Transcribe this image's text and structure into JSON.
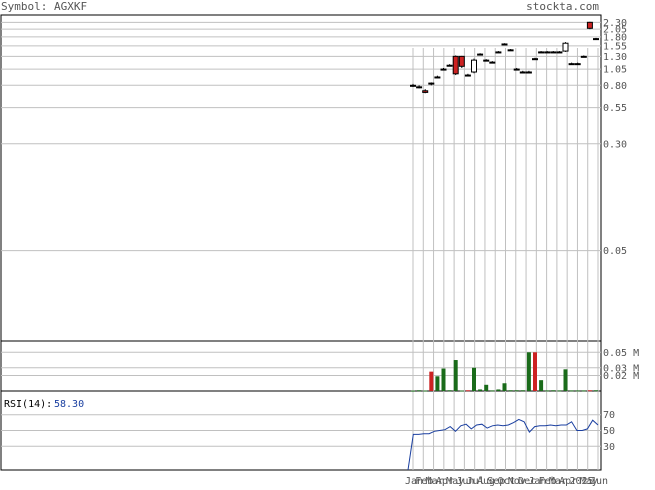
{
  "header": {
    "symbol_label": "Symbol: AGXKF",
    "site": "stockta.com"
  },
  "rsi": {
    "label": "RSI(14):",
    "value": "58.30"
  },
  "colors": {
    "up": "#ffffff",
    "down": "#cc2222",
    "volume_up": "#1a6b1a",
    "volume_down": "#cc2222",
    "rsi_line": "#1a3fa0",
    "grid": "#c0c0c0"
  },
  "chart_data": [
    {
      "type": "candlestick",
      "title": "",
      "scale": "log",
      "ylim": [
        0.011,
        2.6
      ],
      "y_ticks": [
        {
          "label": "2.30",
          "value": 2.3
        },
        {
          "label": "2.05",
          "value": 2.05
        },
        {
          "label": "1.80",
          "value": 1.8
        },
        {
          "label": "1.55",
          "value": 1.55
        },
        {
          "label": "1.30",
          "value": 1.3
        },
        {
          "label": "1.05",
          "value": 1.05
        },
        {
          "label": "0.80",
          "value": 0.8
        },
        {
          "label": "0.55",
          "value": 0.55
        },
        {
          "label": "0.30",
          "value": 0.3
        },
        {
          "label": "0.05",
          "value": 0.05
        }
      ],
      "x_ticks": [
        "Jan",
        "Feb",
        "Mar",
        "Apr",
        "May",
        "Jun",
        "Jul",
        "Aug",
        "Sep",
        "Oct",
        "Nov",
        "Dec",
        "Jan",
        "Feb",
        "Mar",
        "Apr",
        "2025",
        "May",
        "Jun"
      ],
      "candles": [
        {
          "date": "2024-01",
          "open": 0.8,
          "high": 0.82,
          "low": 0.78,
          "close": 0.8
        },
        {
          "date": "2024-01",
          "open": 0.78,
          "high": 0.8,
          "low": 0.76,
          "close": 0.77
        },
        {
          "date": "2024-02",
          "open": 0.73,
          "high": 0.75,
          "low": 0.7,
          "close": 0.71
        },
        {
          "date": "2024-02",
          "open": 0.82,
          "high": 0.84,
          "low": 0.8,
          "close": 0.83
        },
        {
          "date": "2024-03",
          "open": 0.92,
          "high": 0.94,
          "low": 0.9,
          "close": 0.92
        },
        {
          "date": "2024-03",
          "open": 1.05,
          "high": 1.07,
          "low": 1.03,
          "close": 1.05
        },
        {
          "date": "2024-04",
          "open": 1.12,
          "high": 1.14,
          "low": 1.1,
          "close": 1.12
        },
        {
          "date": "2024-04",
          "open": 1.3,
          "high": 1.32,
          "low": 0.95,
          "close": 0.97
        },
        {
          "date": "2024-05",
          "open": 1.3,
          "high": 1.31,
          "low": 1.07,
          "close": 1.1
        },
        {
          "date": "2024-05",
          "open": 0.95,
          "high": 0.97,
          "low": 0.93,
          "close": 0.95
        },
        {
          "date": "2024-06",
          "open": 1.0,
          "high": 1.25,
          "low": 0.98,
          "close": 1.22
        },
        {
          "date": "2024-06",
          "open": 1.35,
          "high": 1.37,
          "low": 1.33,
          "close": 1.35
        },
        {
          "date": "2024-07",
          "open": 1.22,
          "high": 1.24,
          "low": 1.2,
          "close": 1.22
        },
        {
          "date": "2024-07",
          "open": 1.18,
          "high": 1.2,
          "low": 1.16,
          "close": 1.18
        },
        {
          "date": "2024-08",
          "open": 1.4,
          "high": 1.42,
          "low": 1.38,
          "close": 1.4
        },
        {
          "date": "2024-08",
          "open": 1.6,
          "high": 1.62,
          "low": 1.58,
          "close": 1.6
        },
        {
          "date": "2024-09",
          "open": 1.45,
          "high": 1.47,
          "low": 1.43,
          "close": 1.45
        },
        {
          "date": "2024-10",
          "open": 1.05,
          "high": 1.07,
          "low": 1.03,
          "close": 1.05
        },
        {
          "date": "2024-10",
          "open": 1.0,
          "high": 1.02,
          "low": 0.98,
          "close": 1.0
        },
        {
          "date": "2024-11",
          "open": 1.0,
          "high": 1.02,
          "low": 0.98,
          "close": 1.0
        },
        {
          "date": "2024-12",
          "open": 1.25,
          "high": 1.27,
          "low": 1.23,
          "close": 1.25
        },
        {
          "date": "2024-12",
          "open": 1.4,
          "high": 1.42,
          "low": 1.38,
          "close": 1.4
        },
        {
          "date": "2025-01",
          "open": 1.4,
          "high": 1.42,
          "low": 1.38,
          "close": 1.4
        },
        {
          "date": "2025-02",
          "open": 1.4,
          "high": 1.42,
          "low": 1.38,
          "close": 1.4
        },
        {
          "date": "2025-03",
          "open": 1.4,
          "high": 1.42,
          "low": 1.38,
          "close": 1.4
        },
        {
          "date": "2025-03",
          "open": 1.42,
          "high": 1.65,
          "low": 1.4,
          "close": 1.62
        },
        {
          "date": "2025-04",
          "open": 1.15,
          "high": 1.17,
          "low": 1.13,
          "close": 1.15
        },
        {
          "date": "2025-04",
          "open": 1.15,
          "high": 1.17,
          "low": 1.13,
          "close": 1.15
        },
        {
          "date": "2025-05",
          "open": 1.3,
          "high": 1.32,
          "low": 1.28,
          "close": 1.3
        },
        {
          "date": "2025-05",
          "open": 2.3,
          "high": 2.32,
          "low": 2.05,
          "close": 2.08
        },
        {
          "date": "2025-06",
          "open": 1.75,
          "high": 1.77,
          "low": 1.73,
          "close": 1.75
        }
      ]
    },
    {
      "type": "bar",
      "title": "",
      "unit": "M",
      "ylim": [
        0,
        0.062
      ],
      "y_ticks": [
        {
          "label": "0.05 M",
          "value": 0.05
        },
        {
          "label": "0.03 M",
          "value": 0.03
        },
        {
          "label": "0.02 M",
          "value": 0.02
        }
      ],
      "bars": [
        {
          "value": 0.0005,
          "dir": "up"
        },
        {
          "value": 0.001,
          "dir": "up"
        },
        {
          "value": 0.0006,
          "dir": "up"
        },
        {
          "value": 0.025,
          "dir": "down"
        },
        {
          "value": 0.019,
          "dir": "up"
        },
        {
          "value": 0.029,
          "dir": "up"
        },
        {
          "value": 0.001,
          "dir": "up"
        },
        {
          "value": 0.04,
          "dir": "up"
        },
        {
          "value": 0.0006,
          "dir": "up"
        },
        {
          "value": 0.001,
          "dir": "down"
        },
        {
          "value": 0.03,
          "dir": "up"
        },
        {
          "value": 0.002,
          "dir": "up"
        },
        {
          "value": 0.008,
          "dir": "up"
        },
        {
          "value": 0.0008,
          "dir": "up"
        },
        {
          "value": 0.002,
          "dir": "up"
        },
        {
          "value": 0.01,
          "dir": "up"
        },
        {
          "value": 0.001,
          "dir": "up"
        },
        {
          "value": 0.001,
          "dir": "up"
        },
        {
          "value": 0.001,
          "dir": "up"
        },
        {
          "value": 0.05,
          "dir": "up"
        },
        {
          "value": 0.05,
          "dir": "down"
        },
        {
          "value": 0.014,
          "dir": "up"
        },
        {
          "value": 0.0008,
          "dir": "up"
        },
        {
          "value": 0.001,
          "dir": "up"
        },
        {
          "value": 0.0008,
          "dir": "up"
        },
        {
          "value": 0.028,
          "dir": "up"
        },
        {
          "value": 0.0008,
          "dir": "up"
        },
        {
          "value": 0.0008,
          "dir": "up"
        },
        {
          "value": 0.0008,
          "dir": "up"
        },
        {
          "value": 0.001,
          "dir": "down"
        },
        {
          "value": 0.001,
          "dir": "up"
        }
      ]
    },
    {
      "type": "line",
      "title": "",
      "ylim": [
        0,
        100
      ],
      "y_ticks": [
        {
          "label": "70",
          "value": 70
        },
        {
          "label": "50",
          "value": 50
        },
        {
          "label": "30",
          "value": 30
        }
      ],
      "values": [
        0,
        45,
        45,
        46,
        46,
        49,
        50,
        51,
        55,
        49,
        56,
        58,
        52,
        57,
        58,
        53,
        56,
        57,
        56,
        57,
        60,
        64,
        61,
        48,
        55,
        56,
        56,
        57,
        56,
        57,
        57,
        61,
        50,
        50,
        52,
        63,
        57
      ]
    }
  ]
}
